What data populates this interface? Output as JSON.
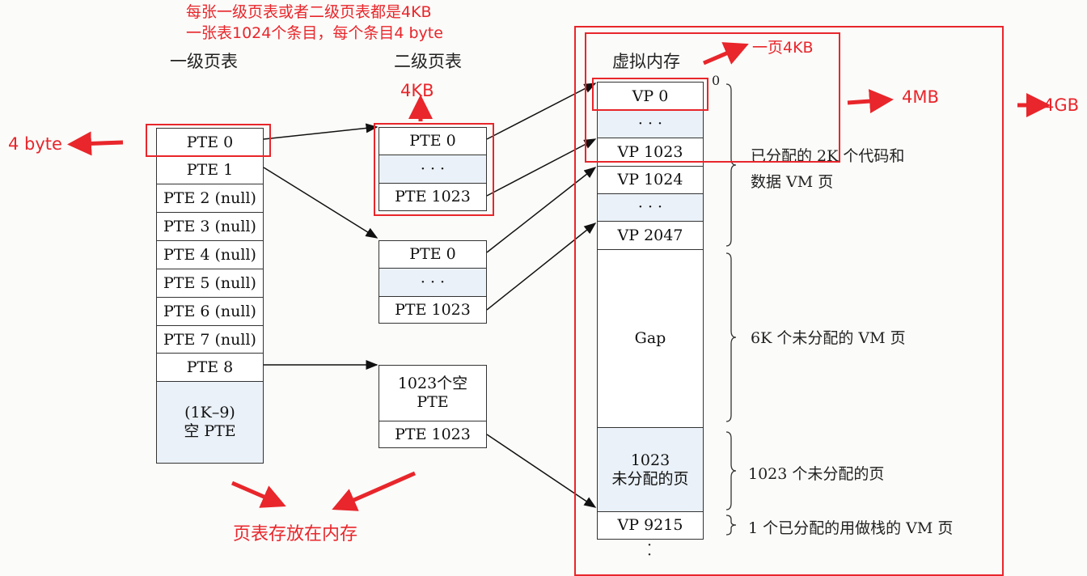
{
  "annotations": {
    "top_line1": "每张一级页表或者二级页表都是4KB",
    "top_line2": "一张表1024个条目，每个条目4 byte",
    "four_byte": "4 byte",
    "four_kb": "4KB",
    "one_page_4kb": "一页4KB",
    "four_mb": "4MB",
    "four_gb": "4GB",
    "page_tables_in_memory": "页表存放在内存"
  },
  "level1": {
    "title": "一级页表",
    "rows": [
      "PTE 0",
      "PTE 1",
      "PTE 2 (null)",
      "PTE 3 (null)",
      "PTE 4 (null)",
      "PTE 5 (null)",
      "PTE 6 (null)",
      "PTE 7 (null)",
      "PTE 8",
      "(1K–9)\n空 PTE"
    ]
  },
  "level2": {
    "title": "二级页表",
    "table_a": [
      "PTE 0",
      "· · ·",
      "PTE 1023"
    ],
    "table_b": [
      "PTE 0",
      "· · ·",
      "PTE 1023"
    ],
    "table_c": [
      "1023个空\nPTE",
      "PTE 1023"
    ]
  },
  "vm": {
    "title": "虚拟内存",
    "zero": "0",
    "rows": [
      "VP 0",
      "· · ·",
      "VP 1023",
      "VP 1024",
      "· · ·",
      "VP 2047",
      "Gap",
      "1023\n未分配的页",
      "VP 9215",
      "·\n·"
    ],
    "brace_labels": [
      "已分配的 2K 个代码和",
      "数据 VM 页",
      "6K 个未分配的 VM 页",
      "1023 个未分配的页",
      "1 个已分配的用做栈的 VM 页"
    ]
  }
}
